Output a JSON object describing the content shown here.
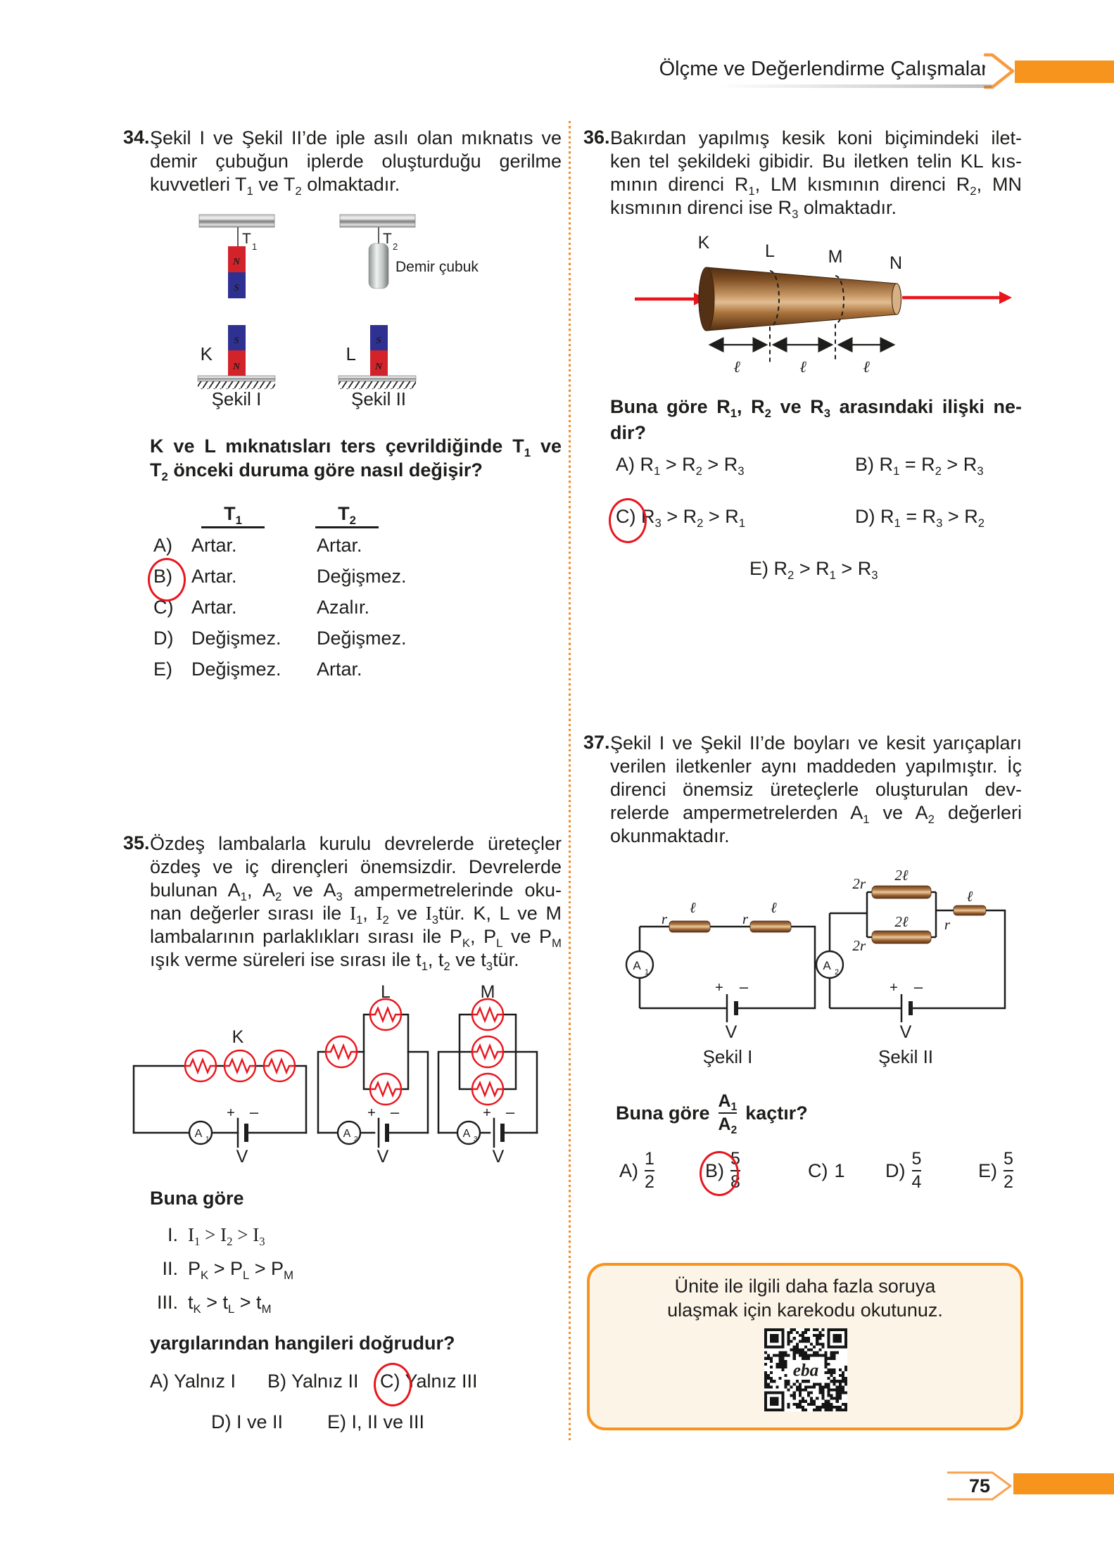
{
  "colors": {
    "orange": "#f7941d",
    "answer_red": "#e8151d",
    "magnet_red": "#d2232a",
    "magnet_blue": "#2e3192"
  },
  "header": {
    "title": "Ölçme ve Değerlendirme Çalışmaları"
  },
  "footer": {
    "page": "75"
  },
  "q34": {
    "number": "34.",
    "lines": [
      [
        {
          "t": "Şekil I ve Şekil II’de iple asılı olan mıknatıs ve"
        }
      ],
      [
        {
          "t": "demir çubuğun iplerde oluşturduğu gerilme"
        }
      ],
      [
        {
          "t": "kuvvetleri T"
        },
        {
          "s": "1"
        },
        {
          "t": " ve T"
        },
        {
          "s": "2"
        },
        {
          "t": " olmaktadır."
        }
      ]
    ],
    "fig": {
      "t1b": "T",
      "t1s": "1",
      "t2b": "T",
      "t2s": "2",
      "n": "N",
      "s": "S",
      "k": "K",
      "l": "L",
      "iron_label": "Demir çubuk",
      "cap1": "Şekil I",
      "cap2": "Şekil II"
    },
    "question_lines": [
      [
        {
          "t": "K ve L mıknatısları ters çevrildiğinde T"
        },
        {
          "s": "1"
        },
        {
          "t": " ve"
        }
      ],
      [
        {
          "t": "T"
        },
        {
          "s": "2"
        },
        {
          "t": " önceki duruma göre nasıl değişir?"
        }
      ]
    ],
    "table": {
      "headers": [
        {
          "b": "T",
          "s": "1"
        },
        {
          "b": "T",
          "s": "2"
        }
      ],
      "rows": [
        [
          "A)",
          "Artar.",
          "Artar."
        ],
        [
          "B)",
          "Artar.",
          "Değişmez."
        ],
        [
          "C)",
          "Artar.",
          "Azalır."
        ],
        [
          "D)",
          "Değişmez.",
          "Değişmez."
        ],
        [
          "E)",
          "Değişmez.",
          "Artar."
        ]
      ]
    }
  },
  "q35": {
    "number": "35.",
    "lines": [
      [
        {
          "t": "Özdeş lambalarla kurulu devrelerde üreteçler"
        }
      ],
      [
        {
          "t": "özdeş ve iç dirençleri önemsizdir. Devrelerde"
        }
      ],
      [
        {
          "t": "bulunan A"
        },
        {
          "s": "1"
        },
        {
          "t": ", A"
        },
        {
          "s": "2"
        },
        {
          "t": " ve A"
        },
        {
          "s": "3"
        },
        {
          "t": " ampermetrelerinde oku-"
        }
      ],
      [
        {
          "t": "nan değerler sırası ile "
        },
        {
          "t": "I",
          "f": 1
        },
        {
          "s": "1"
        },
        {
          "t": ", "
        },
        {
          "t": "I",
          "f": 1
        },
        {
          "s": "2"
        },
        {
          "t": " ve "
        },
        {
          "t": "I",
          "f": 1
        },
        {
          "s": "3"
        },
        {
          "t": "tür. K, L ve M"
        }
      ],
      [
        {
          "t": "lambalarının parlaklıkları sırası ile P"
        },
        {
          "s": "K"
        },
        {
          "t": ", P"
        },
        {
          "s": "L"
        },
        {
          "t": " ve P"
        },
        {
          "s": "M"
        }
      ],
      [
        {
          "t": "ışık verme süreleri ise sırası ile t"
        },
        {
          "s": "1"
        },
        {
          "t": ", t"
        },
        {
          "s": "2"
        },
        {
          "t": " ve t"
        },
        {
          "s": "3"
        },
        {
          "t": "tür."
        }
      ]
    ],
    "fig": {
      "k": "K",
      "l": "L",
      "m": "M",
      "a": "A",
      "a1s": "1",
      "a2s": "2",
      "a3s": "3",
      "plus": "+",
      "minus": "–",
      "v": "V"
    },
    "lead": "Buna göre",
    "items": [
      {
        "num": "I.",
        "tokens": [
          {
            "t": "I",
            "f": 1
          },
          {
            "s": "1"
          },
          {
            "t": " > "
          },
          {
            "t": "I",
            "f": 1
          },
          {
            "s": "2"
          },
          {
            "t": " > "
          },
          {
            "t": "I",
            "f": 1
          },
          {
            "s": "3"
          }
        ]
      },
      {
        "num": "II.",
        "tokens": [
          {
            "t": "P"
          },
          {
            "s": "K"
          },
          {
            "t": " > P"
          },
          {
            "s": "L"
          },
          {
            "t": " > P"
          },
          {
            "s": "M"
          }
        ]
      },
      {
        "num": "III.",
        "tokens": [
          {
            "t": "t"
          },
          {
            "s": "K"
          },
          {
            "t": " > t"
          },
          {
            "s": "L"
          },
          {
            "t": " > t"
          },
          {
            "s": "M"
          }
        ]
      }
    ],
    "tail": "yargılarından hangileri doğrudur?",
    "choices": [
      {
        "letter": "A)",
        "text": "Yalnız I"
      },
      {
        "letter": "B)",
        "text": "Yalnız II"
      },
      {
        "letter": "C)",
        "text": "Yalnız III"
      },
      {
        "letter": "D)",
        "text": "I ve II"
      },
      {
        "letter": "E)",
        "text": "I, II ve III"
      }
    ]
  },
  "q36": {
    "number": "36.",
    "lines": [
      [
        {
          "t": "Bakırdan yapılmış kesik koni biçimindeki ilet-"
        }
      ],
      [
        {
          "t": "ken tel şekildeki gibidir. Bu iletken telin KL kıs-"
        }
      ],
      [
        {
          "t": "mının direnci R"
        },
        {
          "s": "1"
        },
        {
          "t": ", LM kısmının direnci R"
        },
        {
          "s": "2"
        },
        {
          "t": ", MN"
        }
      ],
      [
        {
          "t": "kısmının direnci ise R"
        },
        {
          "s": "3"
        },
        {
          "t": " olmaktadır."
        }
      ]
    ],
    "fig": {
      "k": "K",
      "l": "L",
      "m": "M",
      "n": "N",
      "len": "ℓ"
    },
    "question_lines": [
      [
        {
          "t": "Buna göre R"
        },
        {
          "s": "1"
        },
        {
          "t": ", R"
        },
        {
          "s": "2"
        },
        {
          "t": " ve R"
        },
        {
          "s": "3"
        },
        {
          "t": " arasındaki ilişki ne-"
        }
      ],
      [
        {
          "t": "dir?"
        }
      ]
    ],
    "choices": [
      {
        "letter": "A)",
        "tokens": [
          {
            "t": "R"
          },
          {
            "s": "1"
          },
          {
            "t": " > R"
          },
          {
            "s": "2"
          },
          {
            "t": " > R"
          },
          {
            "s": "3"
          }
        ]
      },
      {
        "letter": "B)",
        "tokens": [
          {
            "t": "R"
          },
          {
            "s": "1"
          },
          {
            "t": " = R"
          },
          {
            "s": "2"
          },
          {
            "t": " > R"
          },
          {
            "s": "3"
          }
        ]
      },
      {
        "letter": "C)",
        "tokens": [
          {
            "t": "R"
          },
          {
            "s": "3"
          },
          {
            "t": " > R"
          },
          {
            "s": "2"
          },
          {
            "t": " > R"
          },
          {
            "s": "1"
          }
        ]
      },
      {
        "letter": "D)",
        "tokens": [
          {
            "t": "R"
          },
          {
            "s": "1"
          },
          {
            "t": " = R"
          },
          {
            "s": "3"
          },
          {
            "t": " > R"
          },
          {
            "s": "2"
          }
        ]
      },
      {
        "letter": "E)",
        "tokens": [
          {
            "t": "R"
          },
          {
            "s": "2"
          },
          {
            "t": " > R"
          },
          {
            "s": "1"
          },
          {
            "t": " > R"
          },
          {
            "s": "3"
          }
        ]
      }
    ]
  },
  "q37": {
    "number": "37.",
    "lines": [
      [
        {
          "t": "Şekil I ve Şekil II’de boyları ve kesit yarıçapları"
        }
      ],
      [
        {
          "t": "verilen iletkenler aynı maddeden yapılmıştır. İç"
        }
      ],
      [
        {
          "t": "direnci önemsiz üreteçlerle oluşturulan dev-"
        }
      ],
      [
        {
          "t": "relerde ampermetrelerden A"
        },
        {
          "s": "1"
        },
        {
          "t": " ve A"
        },
        {
          "s": "2"
        },
        {
          "t": " değerleri"
        }
      ],
      [
        {
          "t": "okunmaktadır."
        }
      ]
    ],
    "fig": {
      "r": "r",
      "len": "ℓ",
      "r2": "2r",
      "len2": "2ℓ",
      "a": "A",
      "a1s": "1",
      "a2s": "2",
      "plus": "+",
      "minus": "–",
      "v": "V",
      "cap1": "Şekil I",
      "cap2": "Şekil II"
    },
    "question": {
      "pre": "Buna göre",
      "num_b": "A",
      "num_s": "1",
      "den_b": "A",
      "den_s": "2",
      "post": "kaçtır?"
    },
    "choices": [
      {
        "letter": "A)",
        "num": "1",
        "den": "2"
      },
      {
        "letter": "B)",
        "num": "5",
        "den": "8"
      },
      {
        "letter": "C)",
        "text": "1"
      },
      {
        "letter": "D)",
        "num": "5",
        "den": "4"
      },
      {
        "letter": "E)",
        "num": "5",
        "den": "2"
      }
    ]
  },
  "qr": {
    "line1": "Ünite ile ilgili daha fazla soruya",
    "line2": "ulaşmak için karekodu okutunuz.",
    "logo": "eba"
  }
}
